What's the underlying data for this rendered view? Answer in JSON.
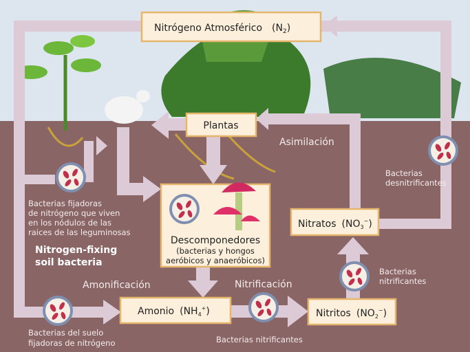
{
  "boxes": {
    "n2": {
      "label": "Nitrógeno Atmosférico",
      "formula": "(N",
      "sub": "2",
      "close": ")"
    },
    "plantas": {
      "label": "Plantas"
    },
    "descomponedores": {
      "label": "Descomponedores",
      "line2": "(bacterias y hongos",
      "line3": "aeróbicos y anaeróbicos)"
    },
    "amonio": {
      "label": "Amonio",
      "formula": "(NH",
      "sub": "4",
      "sup": "+",
      "close": ")"
    },
    "nitritos": {
      "label": "Nitritos",
      "formula": "(NO",
      "sub": "2",
      "sup": "−",
      "close": ")"
    },
    "nitratos": {
      "label": "Nitratos",
      "formula": "(NO",
      "sub": "3",
      "sup": "−",
      "close": ")"
    }
  },
  "labels": {
    "asimilacion": "Asimilación",
    "amonificacion": "Amonificación",
    "nitrificacion": "Nitrificación",
    "desnitrificantes": [
      "Bacterias",
      "desnitrificantes"
    ],
    "nitrificantes_right": [
      "Bacterias",
      "nitrificantes"
    ],
    "nitrificantes_bottom": "Bacterias nitrificantes",
    "fijadoras_nodulos": [
      "Bacterias fijadoras",
      "de nitrógeno que viven",
      "en los nódulos de las",
      "raices de las leguminosas"
    ],
    "nitrogen_fixing": [
      "Nitrogen-fixing",
      "soil bacteria"
    ],
    "suelo_fijadoras": [
      "Bacterias del suelo",
      "fijadoras de nitrógeno"
    ]
  },
  "colors": {
    "soil": "#8a6566",
    "sky": "#dde6ee",
    "arrow": "#dccbd6",
    "box_fill": "#fcf0dc",
    "box_border": "#e6b66c",
    "bacteria": "#c0304a"
  }
}
